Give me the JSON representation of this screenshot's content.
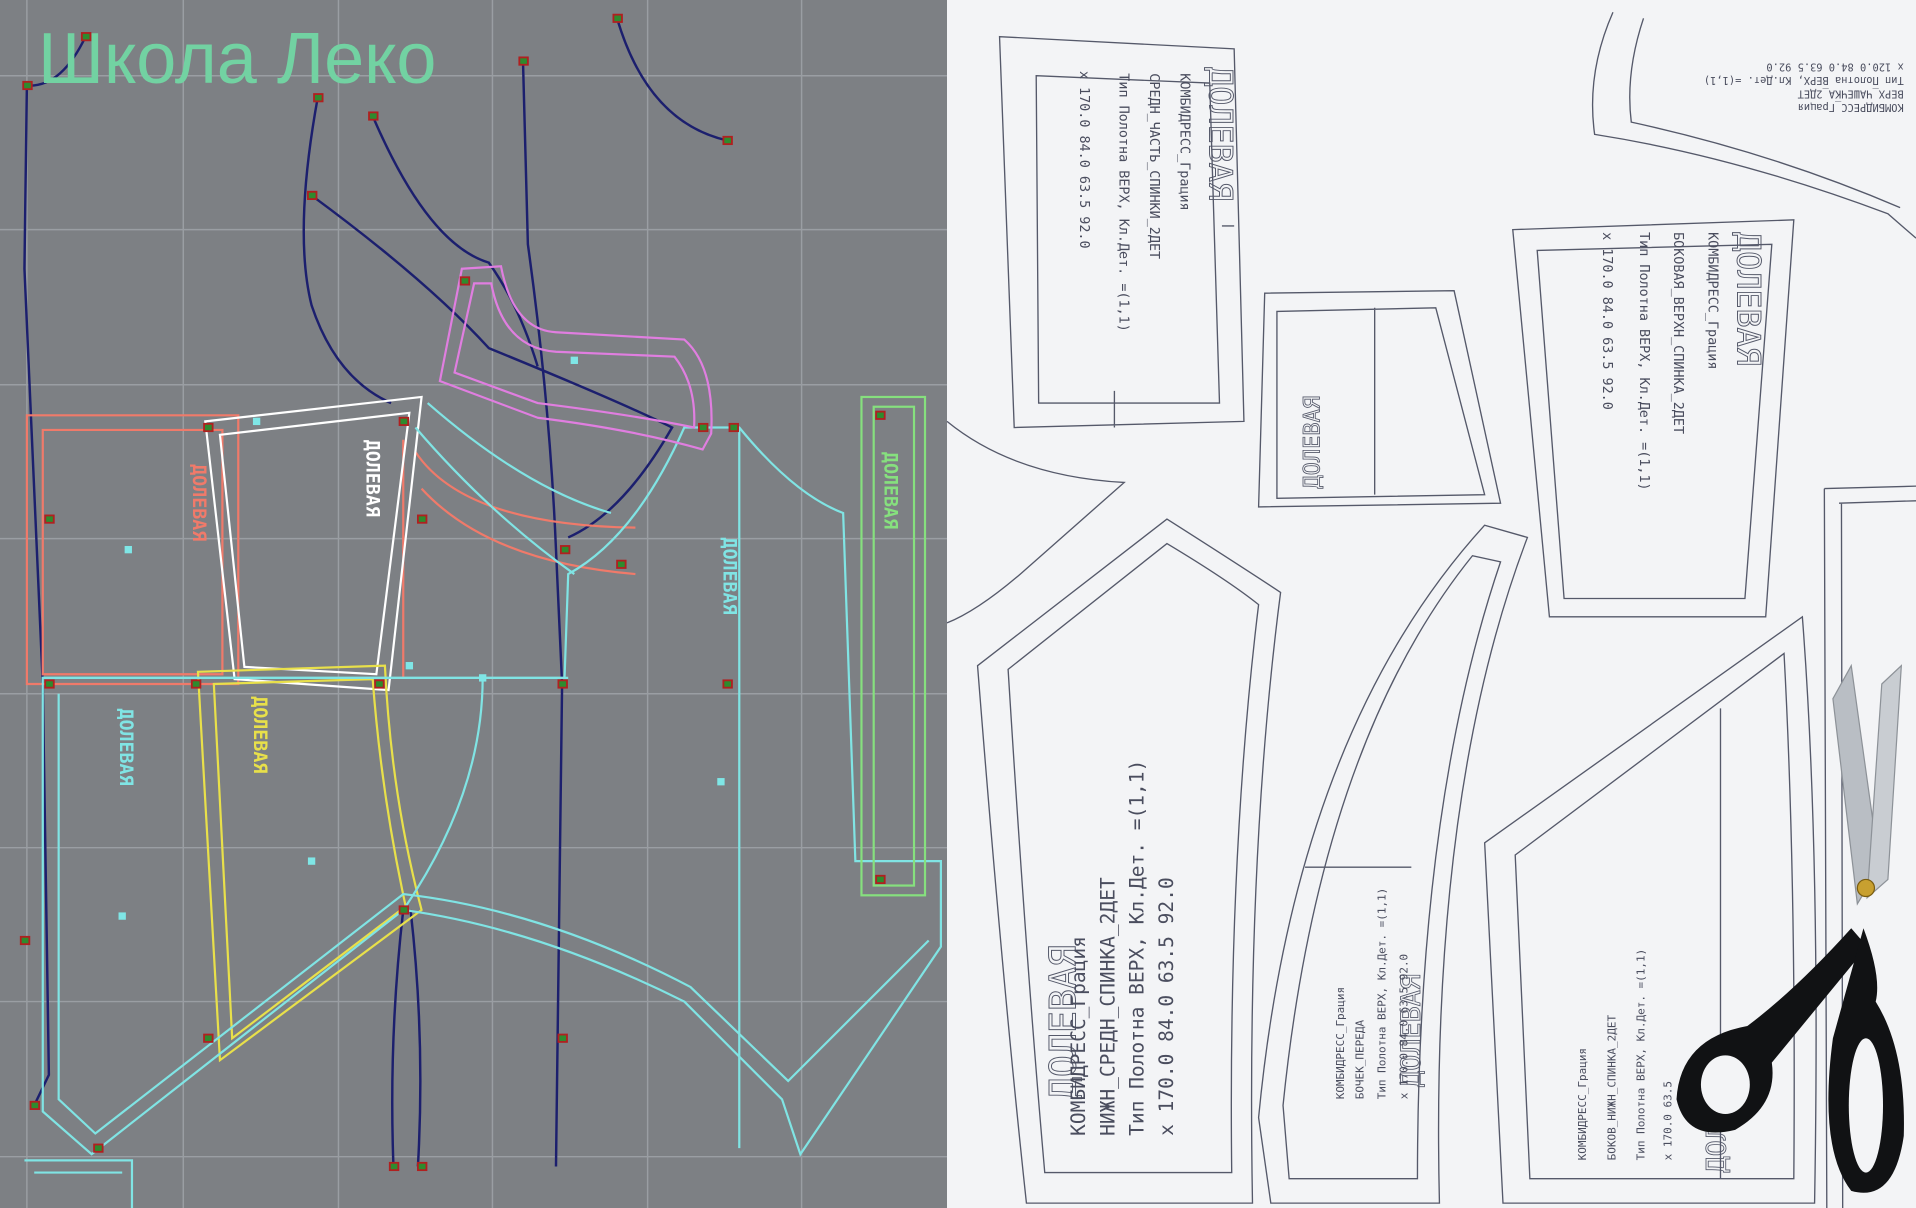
{
  "cad_panel": {
    "watermark": "Школа Леко",
    "grain_label": "ДОЛЕВАЯ",
    "colors": {
      "background": "#7d8084",
      "grid": "#9a9ea3",
      "base_curve": "#1c1f6e",
      "piece_salmon": "#f07a6a",
      "piece_white": "#ffffff",
      "piece_yellow": "#e8e04a",
      "piece_cyan": "#80e4e4",
      "piece_pink": "#e07ee0",
      "piece_green": "#86e07e",
      "watermark": "#72d2a2"
    }
  },
  "print_panel": {
    "grain_label": "ДОЛЕВАЯ",
    "pieces": [
      {
        "model": "КОМБИДРЕСС_Грация",
        "piece": "СРЕДН_ЧАСТЬ_СПИНКИ_2ДЕТ",
        "fabric": "Тип Полотна ВЕРХ, Кл.Дет. =(1,1)",
        "sizes": "х 170.0 84.0 63.5 92.0"
      },
      {
        "model": "КОМБИДРЕСС_Грация",
        "piece": "ВЕРХ_ЧАШЕЧКА_2ДЕТ",
        "fabric": "Тип Полотна ВЕРХ, Кл.Дет. =(1,1)",
        "sizes": "х 120.0 84.0 63.5 92.0"
      },
      {
        "model": "КОМБИДРЕСС_Грация",
        "piece": "БОКОВАЯ_ВЕРХН_СПИНКА_2ДЕТ",
        "fabric": "Тип Полотна ВЕРХ, Кл.Дет. =(1,1)",
        "sizes": "х 170.0 84.0 63.5 92.0"
      },
      {
        "model": "КОМБИДРЕСС_Грация",
        "piece": "НИЖН_СРЕДН_СПИНКА_2ДЕТ",
        "fabric": "Тип Полотна ВЕРХ, Кл.Дет. =(1,1)",
        "sizes": "х 170.0 84.0 63.5 92.0"
      },
      {
        "model": "КОМБИДРЕСС_Грация",
        "piece": "БОЧЕК_ПЕРЕДА",
        "fabric": "Тип Полотна ВЕРХ, Кл.Дет. =(1,1)",
        "sizes": "х 170.0 84.0 63.5 92.0"
      },
      {
        "model": "КОМБИДРЕСС_Грация",
        "piece": "БОКОВ_НИЖН_СПИНКА_2ДЕТ",
        "fabric": "Тип Полотна ВЕРХ, Кл.Дет. =(1,1)",
        "sizes": "х 170.0 63.5"
      }
    ],
    "colors": {
      "paper": "#f3f4f6",
      "line": "#55596a",
      "scissor_handle": "#111214",
      "scissor_blade": "#b9bec4",
      "pivot": "#c8a030"
    }
  }
}
